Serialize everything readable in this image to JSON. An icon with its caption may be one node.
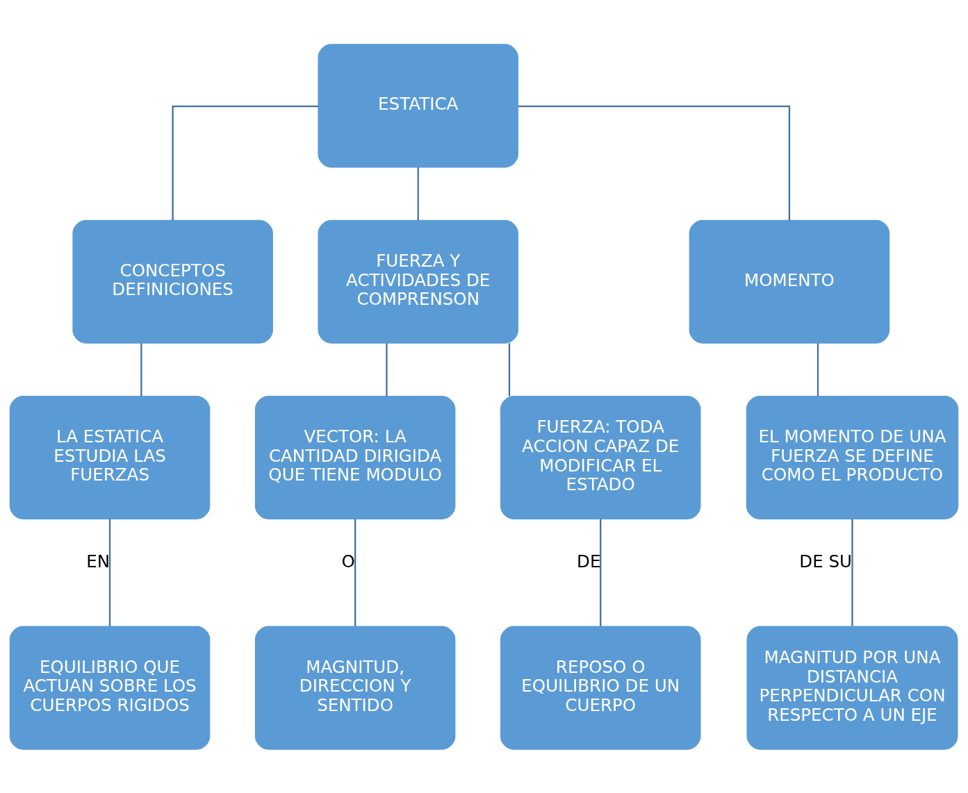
{
  "diagram": {
    "nodes": [
      {
        "text": [
          "ESTATICA"
        ]
      },
      {
        "text": [
          "CONCEPTOS DEFINICIONES"
        ]
      },
      {
        "text": [
          "FUERZA Y ACTIVIDADES DE COMPRENSON"
        ]
      },
      {
        "text": [
          "MOMENTO"
        ]
      },
      {
        "text": [
          "LA ESTATICA ESTUDIA LAS FUERZAS"
        ]
      },
      {
        "text": [
          "VECTOR: LA CANTIDAD DIRIGIDA QUE TIENE MODULO"
        ]
      },
      {
        "text": [
          "FUERZA: TODA ACCION CAPAZ DE MODIFICAR EL ESTADO"
        ]
      },
      {
        "text": [
          "EL MOMENTO DE UNA FUERZA SE DEFINE COMO EL PRODUCTO"
        ]
      },
      {
        "text": [
          "EQUILIBRIO QUE ACTUAN SOBRE LOS CUERPOS RIGIDOS"
        ]
      },
      {
        "text": [
          "MAGNITUD, DIRECCION Y SENTIDO"
        ]
      },
      {
        "text": [
          "REPOSO O EQUILIBRIO DE UN CUERPO"
        ]
      },
      {
        "text": [
          "MAGNITUD POR UNA DISTANCIA PERPENDICULAR CON RESPECTO A UN EJE"
        ]
      }
    ],
    "edges": [
      {
        "from": 0,
        "to": 1,
        "arrow": "none"
      },
      {
        "from": 0,
        "to": 2,
        "arrow": "none"
      },
      {
        "from": 0,
        "to": 3,
        "arrow": "none"
      },
      {
        "from": 1,
        "to": 4,
        "arrow": "none"
      },
      {
        "from": 2,
        "to": 5,
        "arrow": "none"
      },
      {
        "from": 2,
        "to": 6,
        "arrow": "none"
      },
      {
        "from": 3,
        "to": 7,
        "arrow": "none"
      },
      {
        "from": 4,
        "to": 8,
        "arrow": "none",
        "label": "EN"
      },
      {
        "from": 5,
        "to": 9,
        "arrow": "none",
        "label": "O"
      },
      {
        "from": 6,
        "to": 10,
        "arrow": "none",
        "label": "DE"
      },
      {
        "from": 7,
        "to": 11,
        "arrow": "none",
        "label": "DE SU"
      }
    ]
  }
}
